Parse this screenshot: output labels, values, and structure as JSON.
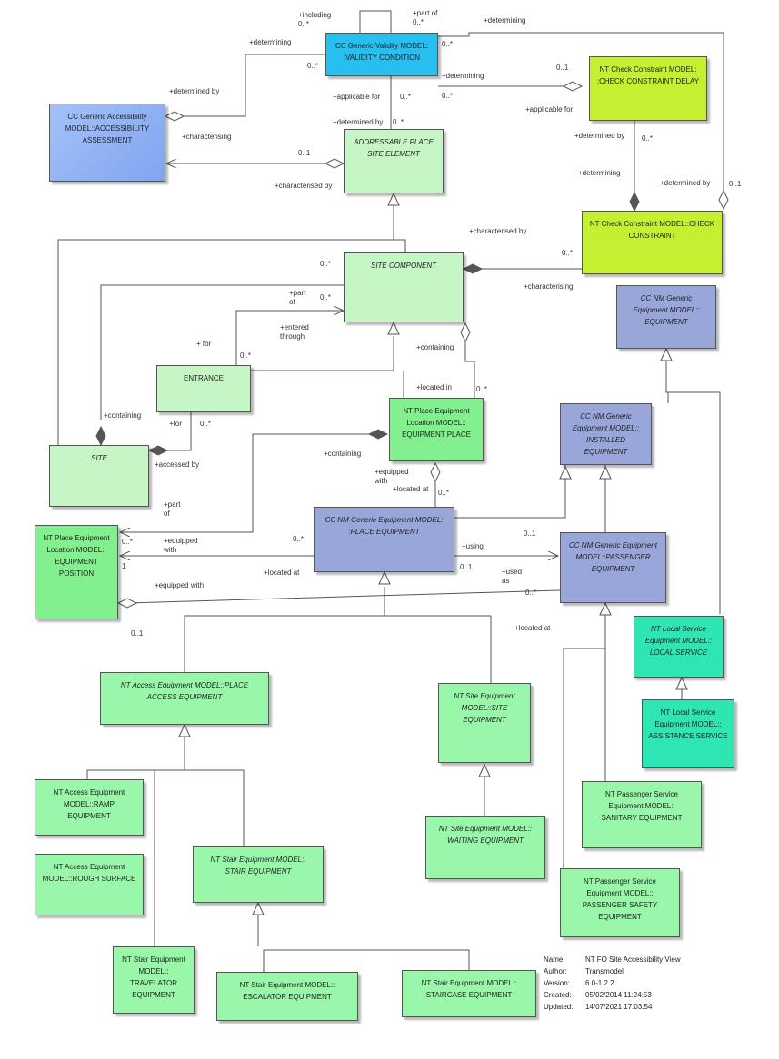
{
  "colors": {
    "validity": "#27BEF0",
    "accessibility": "#8EB1F2",
    "check_constraint": "#C4F031",
    "site_green": "#C6F5C6",
    "equipment_blue": "#98A6DA",
    "place_equipment": "#82F08E",
    "local_service": "#2EE6B3",
    "access_equipment": "#98F7A8",
    "line": "#555555"
  },
  "classes": {
    "validity_condition": "CC Generic Validity MODEL:\n:VALIDITY CONDITION",
    "accessibility_assessment": "CC Generic Accessibility\nMODEL::ACCESSIBILITY\nASSESSMENT",
    "check_constraint_delay": "NT Check Constraint MODEL:\n:CHECK CONSTRAINT DELAY",
    "site_element": "ADDRESSABLE PLACE\nSITE ELEMENT",
    "check_constraint": "NT Check Constraint MODEL::CHECK\nCONSTRAINT",
    "site_component": "SITE COMPONENT",
    "equipment": "CC NM Generic\nEquipment MODEL::\nEQUIPMENT",
    "entrance": "ENTRANCE",
    "equipment_place": "NT Place Equipment\nLocation MODEL::\nEQUIPMENT PLACE",
    "installed_equipment": "CC NM Generic\nEquipment MODEL::\nINSTALLED\nEQUIPMENT",
    "site": "SITE",
    "place_equipment": "CC NM Generic Equipment MODEL:\n:PLACE EQUIPMENT",
    "passenger_equipment": "CC NM Generic Equipment\nMODEL::PASSENGER\nEQUIPMENT",
    "equipment_position": "NT Place Equipment\nLocation MODEL::\nEQUIPMENT\nPOSITION",
    "local_service": "NT Local Service\nEquipment MODEL::\nLOCAL SERVICE",
    "access_equipment": "NT Access Equipment MODEL::PLACE\nACCESS EQUIPMENT",
    "site_equipment": "NT Site Equipment\nMODEL::SITE\nEQUIPMENT",
    "assistance_service": "NT Local Service\nEquipment MODEL::\nASSISTANCE SERVICE",
    "ramp_equipment": "NT Access Equipment\nMODEL::RAMP\nEQUIPMENT",
    "sanitary_equipment": "NT Passenger Service\nEquipment MODEL::\nSANITARY  EQUIPMENT",
    "waiting_equipment": "NT Site Equipment MODEL::\nWAITING EQUIPMENT",
    "rough_surface": "NT Access Equipment\nMODEL::ROUGH SURFACE",
    "stair_equipment": "NT Stair Equipment MODEL::\nSTAIR EQUIPMENT",
    "passenger_safety_equipment": "NT Passenger Service\nEquipment MODEL::\nPASSENGER SAFETY\nEQUIPMENT",
    "travelator_equipment": "NT Stair Equipment\nMODEL::\nTRAVELATOR\nEQUIPMENT",
    "escalator_equipment": "NT Stair Equipment MODEL::\nESCALATOR EQUIPMENT",
    "staircase_equipment": "NT Stair Equipment MODEL::\nSTAIRCASE EQUIPMENT"
  },
  "labels": [
    "+including\n0..*",
    "+part of\n0..*",
    "+determining",
    "+determining",
    "0..*",
    "0..*",
    "+determined by",
    "+applicable for",
    "0..*",
    "+determining",
    "0..1",
    "0..*",
    "+applicable for",
    "+determined by",
    "0..*",
    "+characterising",
    "0..1",
    "+determined by",
    "0..*",
    "+determining",
    "+determined by",
    "0..1",
    "+characterised by",
    "+characterised by",
    "0..*",
    "0..*",
    "+characterising",
    "+part\nof",
    "0..*",
    "+entered\nthrough",
    "+ for",
    "0..*",
    "+containing",
    "+located in",
    "0..*",
    "+containing",
    "+for",
    "0..*",
    "+containing",
    "+accessed by",
    "+equipped\nwith",
    "+located at",
    "0..*",
    "+part\nof",
    "0..*",
    "+equipped\nwith",
    "1",
    "0..*",
    "+located at",
    "+using",
    "0..1",
    "0..1",
    "+used\nas",
    "+equipped with",
    "0..*",
    "0..1",
    "+located at"
  ],
  "meta": {
    "rows": [
      {
        "key": "Name:",
        "value": "NT FO Site Accessibility View"
      },
      {
        "key": "Author:",
        "value": "Transmodel"
      },
      {
        "key": "Version:",
        "value": "6.0-1.2.2"
      },
      {
        "key": "Created:",
        "value": "05/02/2014 11:24:53"
      },
      {
        "key": "Updated:",
        "value": "14/07/2021 17:03:54"
      }
    ]
  }
}
